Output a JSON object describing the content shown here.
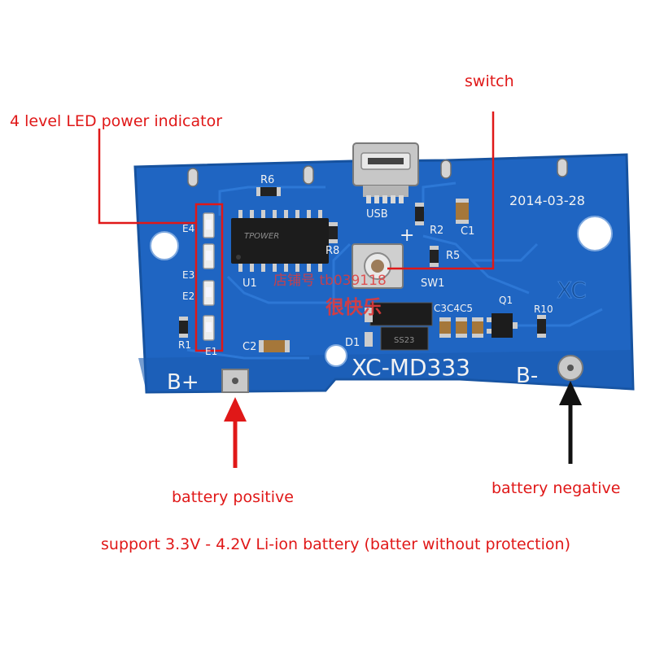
{
  "colors": {
    "annotation": "#e01818",
    "negative_arrow": "#111111",
    "board": "#1f65c2",
    "board_edge": "#16529f",
    "silkscreen": "#f2f2f2",
    "solder": "#c9c9c9",
    "watermark": "#e23a3a"
  },
  "annotations": {
    "led_indicator": "4 level LED power indicator",
    "switch": "switch",
    "battery_positive": "battery positive",
    "battery_negative": "battery negative",
    "support_note": "support 3.3V - 4.2V Li-ion battery (batter without protection)"
  },
  "board": {
    "date_code": "2014-03-28",
    "model": "XC-MD333",
    "brand_mark": "XC",
    "terminal_positive": "B+",
    "terminal_negative": "B-",
    "plus_sign": "+",
    "labels": {
      "r6": "R6",
      "usb": "USB",
      "r2": "R2",
      "c1": "C1",
      "r8": "R8",
      "r5": "R5",
      "sw1": "SW1",
      "u1": "U1",
      "e4": "E4",
      "e3": "E3",
      "e2": "E2",
      "e1": "E1",
      "r1": "R1",
      "c2": "C2",
      "d1": "D1",
      "c3c4c5": "C3C4C5",
      "q1": "Q1",
      "r10": "R10",
      "chip_marking": "TPOWER",
      "diode_marking": "SS23"
    }
  },
  "watermark": {
    "line1": "店铺号 tb039118",
    "line2": "很快乐"
  }
}
